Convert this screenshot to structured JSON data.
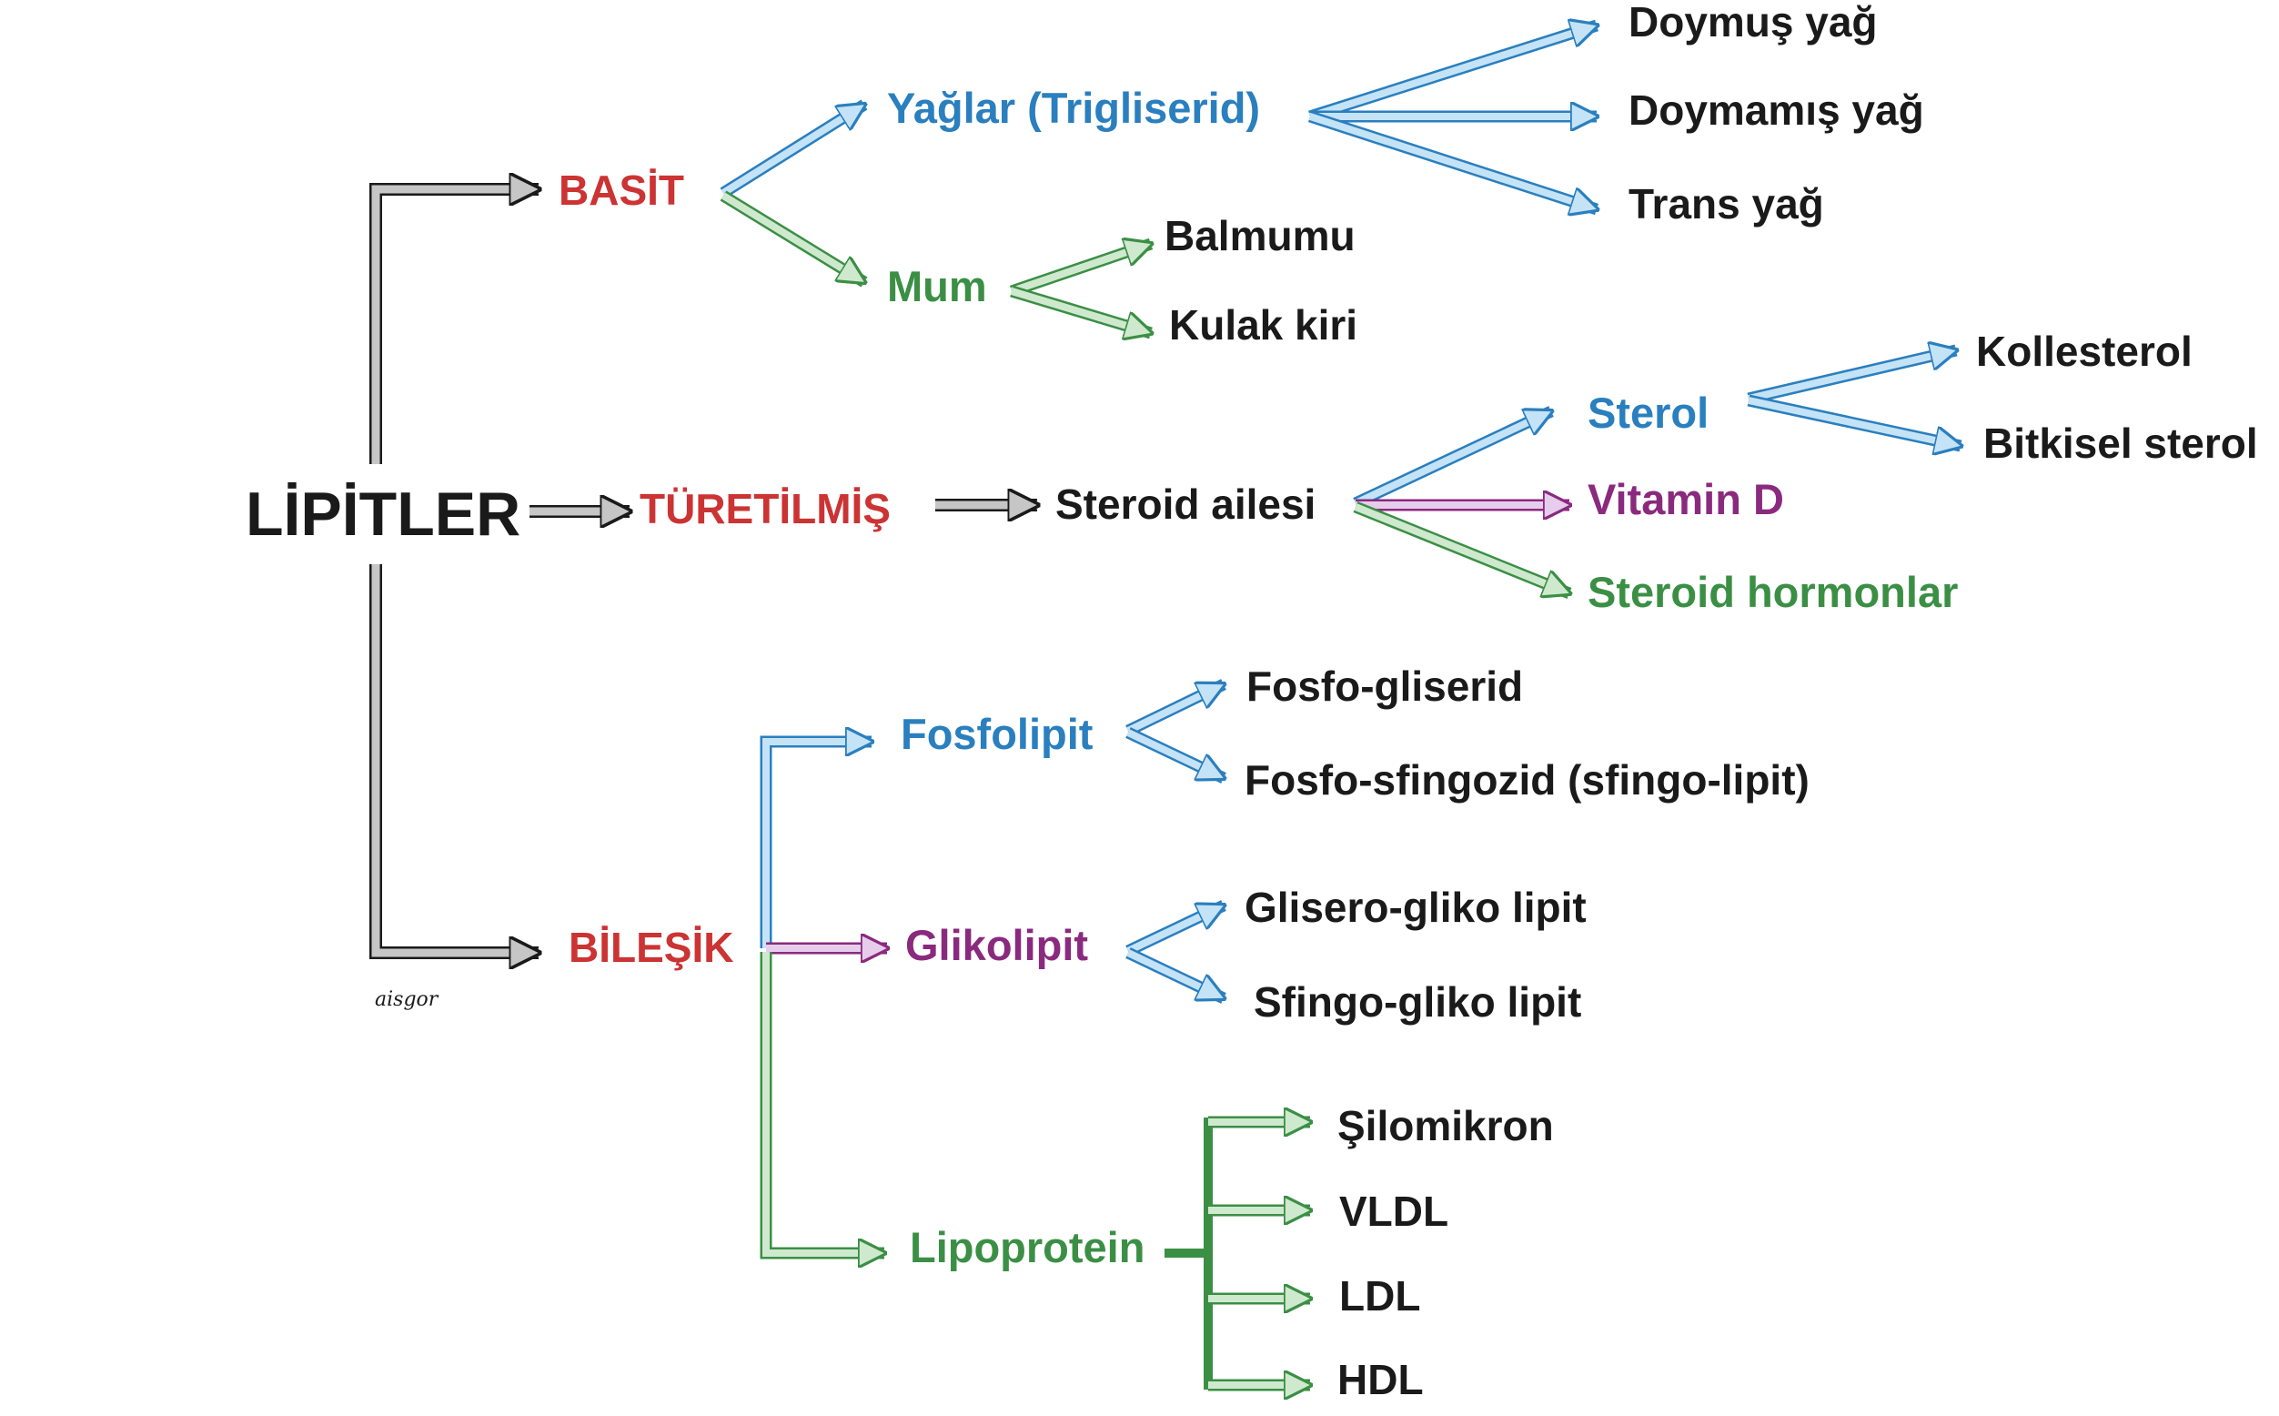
{
  "colors": {
    "red_label": "#cc3333",
    "blue": "#2a7fbf",
    "green": "#3b8f45",
    "purple": "#8a2a7e",
    "gray_arrow": "#c6c6c6",
    "blue_arrow_fill": "#c5e3f6",
    "green_arrow_fill": "#cfe9cf",
    "purple_arrow_fill": "#e6cdec"
  },
  "root": "LİPİTLER",
  "signature": "aisgor",
  "basit": {
    "label": "BASİT",
    "yaglar": {
      "label": "Yağlar (Trigliserid)",
      "items": [
        "Doymuş yağ",
        "Doymamış yağ",
        "Trans yağ"
      ]
    },
    "mum": {
      "label": "Mum",
      "items": [
        "Balmumu",
        "Kulak kiri"
      ]
    }
  },
  "turetilmis": {
    "label": "TÜRETİLMİŞ",
    "steroid": {
      "label": "Steroid ailesi",
      "sterol": {
        "label": "Sterol",
        "items": [
          "Kollesterol",
          "Bitkisel sterol"
        ]
      },
      "vitamin_d": "Vitamin D",
      "hormonlar": "Steroid hormonlar"
    }
  },
  "bilesik": {
    "label": "BİLEŞİK",
    "fosfolipit": {
      "label": "Fosfolipit",
      "items": [
        "Fosfo-gliserid",
        "Fosfo-sfingozid (sfingo-lipit)"
      ]
    },
    "glikolipit": {
      "label": "Glikolipit",
      "items": [
        "Glisero-gliko lipit",
        "Sfingo-gliko lipit"
      ]
    },
    "lipoprotein": {
      "label": "Lipoprotein",
      "items": [
        "Şilomikron",
        "VLDL",
        "LDL",
        "HDL"
      ]
    }
  }
}
